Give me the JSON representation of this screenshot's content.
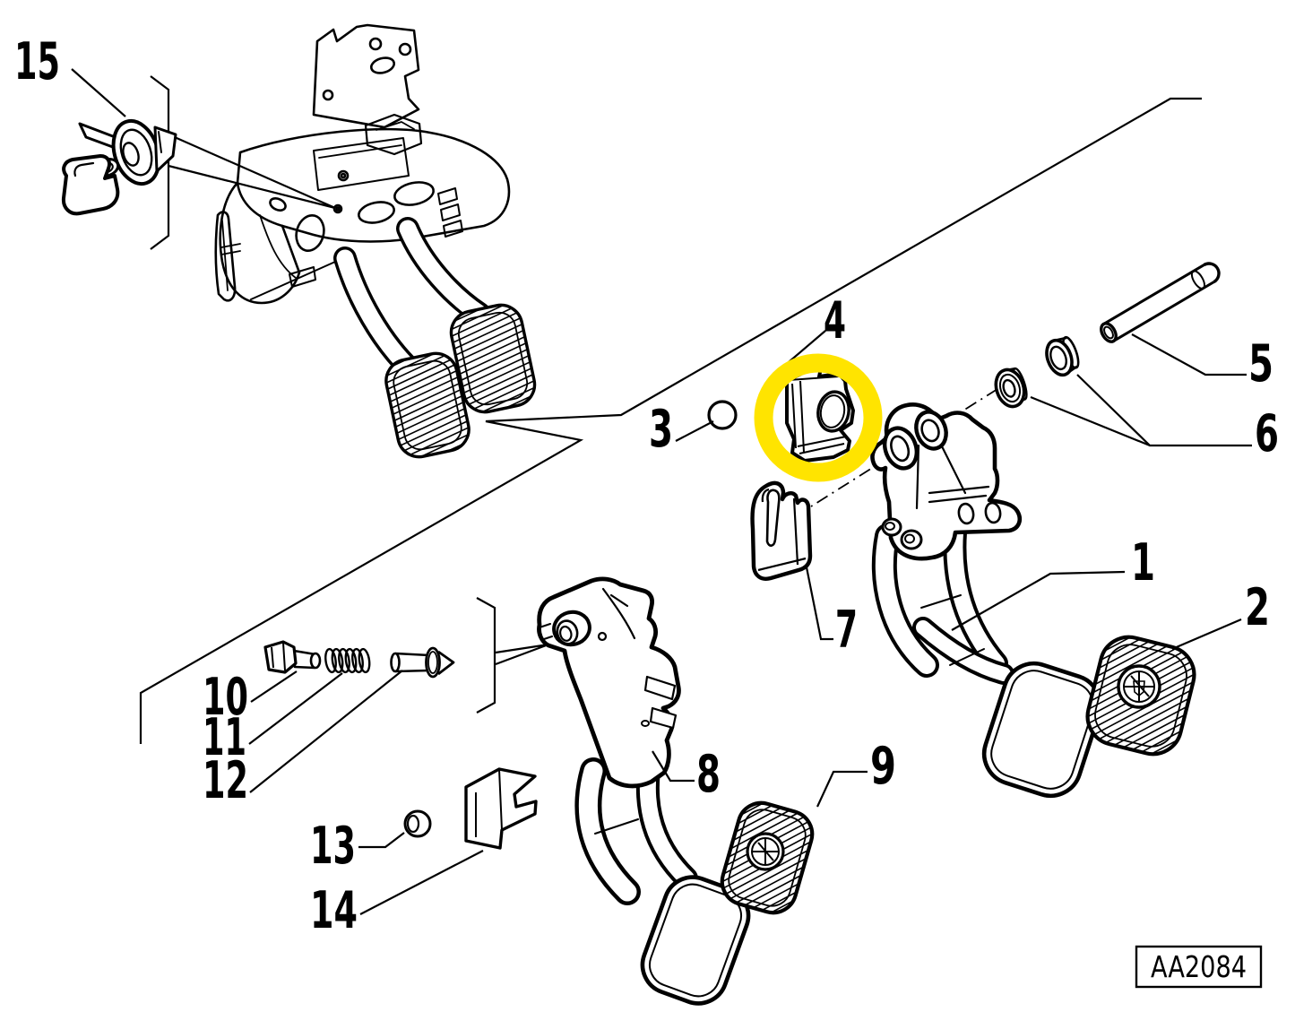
{
  "diagram": {
    "drawing_code": "AA2084",
    "background_color": "#ffffff",
    "line_color": "#000000",
    "highlight_color": "#ffe400",
    "highlighted_callout": "4",
    "callouts": [
      {
        "label": "1"
      },
      {
        "label": "2"
      },
      {
        "label": "3"
      },
      {
        "label": "4"
      },
      {
        "label": "5"
      },
      {
        "label": "6"
      },
      {
        "label": "7"
      },
      {
        "label": "8"
      },
      {
        "label": "9"
      },
      {
        "label": "10"
      },
      {
        "label": "11"
      },
      {
        "label": "12"
      },
      {
        "label": "13"
      },
      {
        "label": "14"
      },
      {
        "label": "15"
      }
    ]
  }
}
